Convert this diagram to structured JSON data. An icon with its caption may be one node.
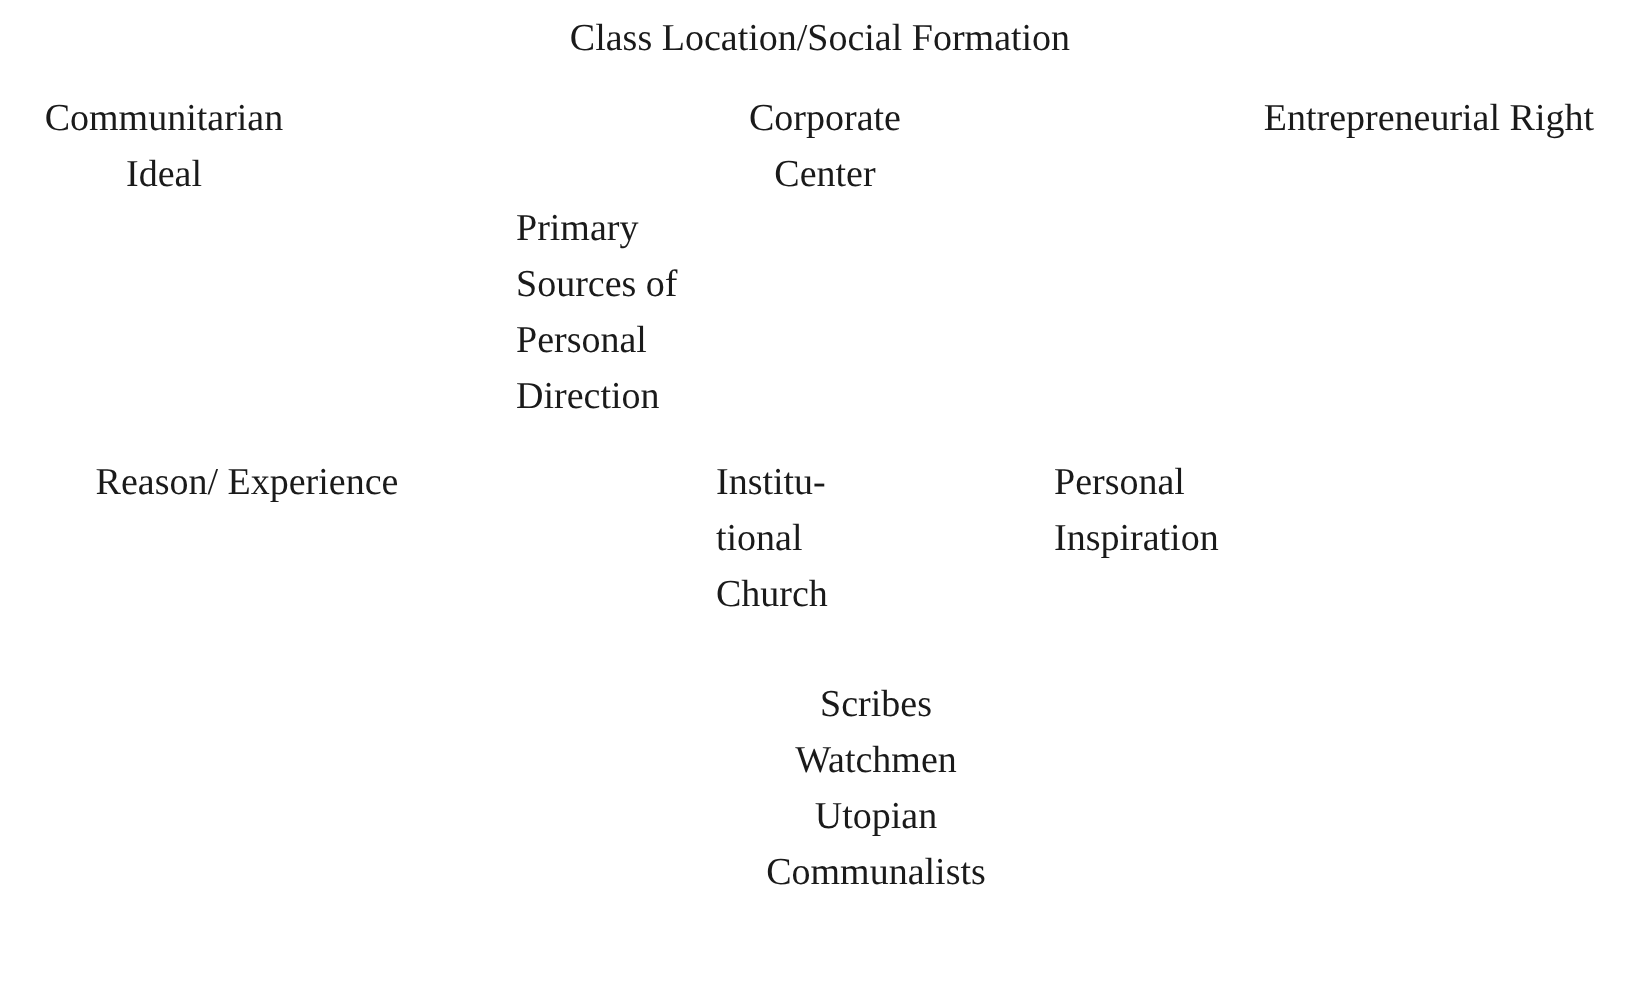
{
  "diagram": {
    "title": "Class Location/Social Formation",
    "labels": [
      "Communitarian Ideal",
      "Corporate Center",
      "Entrepreneurial Right",
      "Primary Sources of Personal Direction",
      "Reason/ Experience",
      "Institu- tional Church",
      "Personal Inspiration",
      "Scribes",
      "Watchmen",
      "Utopian Communalists"
    ]
  }
}
